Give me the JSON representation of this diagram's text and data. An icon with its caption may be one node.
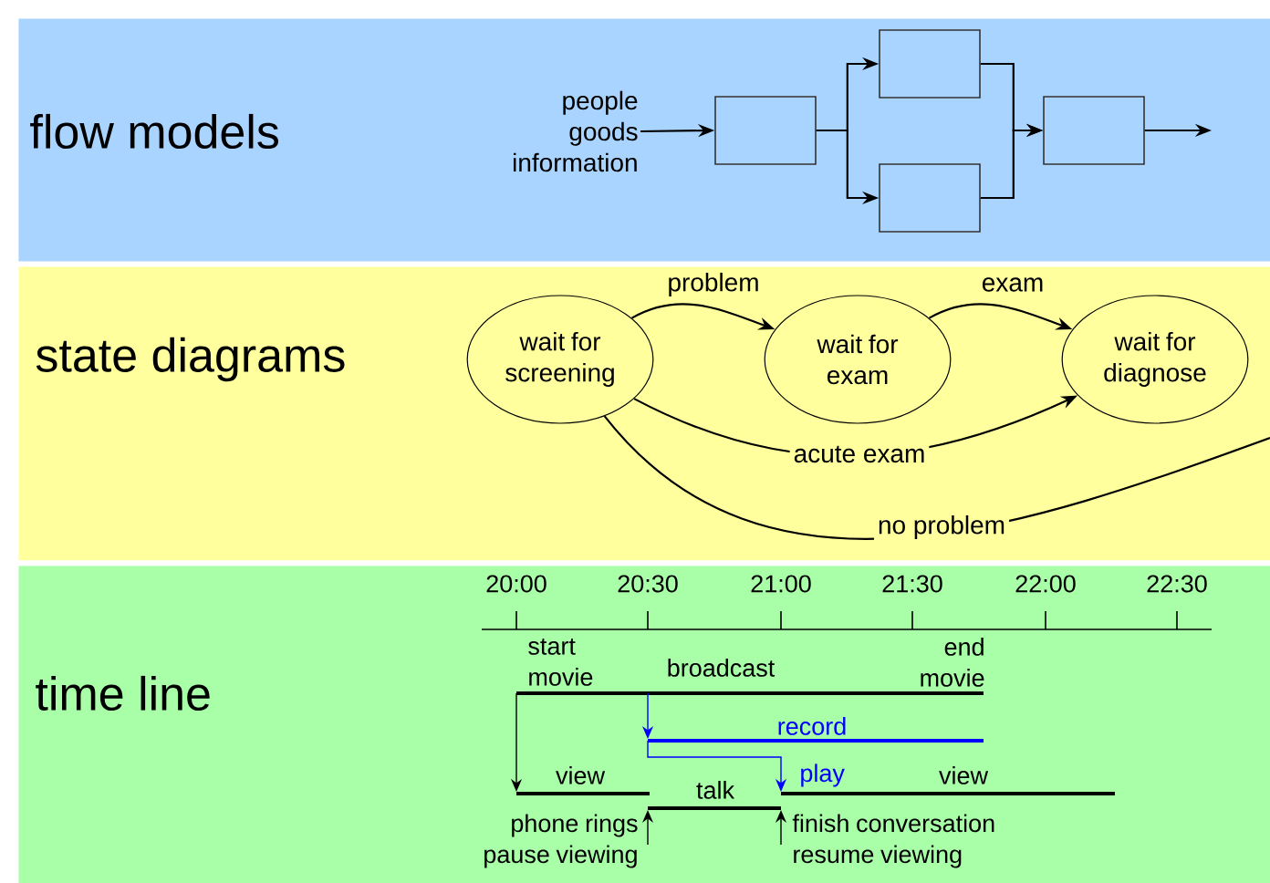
{
  "diagram": {
    "nodes": [
      {
        "text": [
          "flow models"
        ]
      },
      {
        "text": [
          "people goods information"
        ],
        "in": 0
      },
      {
        "text": [],
        "shape": "box",
        "in": 0
      },
      {
        "text": [],
        "shape": "box",
        "in": 0
      },
      {
        "text": [],
        "shape": "box",
        "in": 0
      },
      {
        "text": [],
        "shape": "box",
        "in": 0
      },
      {
        "text": [
          "state diagrams"
        ]
      },
      {
        "text": [
          "wait for screening"
        ],
        "in": 6
      },
      {
        "text": [
          "wait for exam"
        ],
        "in": 6
      },
      {
        "text": [
          "wait for diagnose"
        ],
        "in": 6
      },
      {
        "text": [
          "time line"
        ]
      }
    ],
    "edges": [
      {
        "from": 1,
        "to": 2,
        "arrow": "to"
      },
      {
        "from": 2,
        "to": 3,
        "arrow": "to"
      },
      {
        "from": 2,
        "to": 4,
        "arrow": "to"
      },
      {
        "from": 3,
        "to": 5,
        "arrow": "to"
      },
      {
        "from": 4,
        "to": 5,
        "arrow": "to"
      },
      {
        "from": 5,
        "to": null,
        "arrow": "to"
      },
      {
        "from": 7,
        "to": 8,
        "arrow": "to",
        "label": "problem"
      },
      {
        "from": 8,
        "to": 9,
        "arrow": "to",
        "label": "exam"
      },
      {
        "from": 7,
        "to": 9,
        "arrow": "to",
        "label": "acute exam"
      },
      {
        "from": 7,
        "to": null,
        "arrow": "none",
        "label": "no problem"
      }
    ],
    "labels": [
      "20:00",
      "20:30",
      "21:00",
      "21:30",
      "22:00",
      "22:30",
      "start movie",
      "broadcast",
      "end movie",
      "record",
      "view",
      "play",
      "view",
      "talk",
      "phone rings pause viewing",
      "finish conversation resume viewing"
    ]
  }
}
